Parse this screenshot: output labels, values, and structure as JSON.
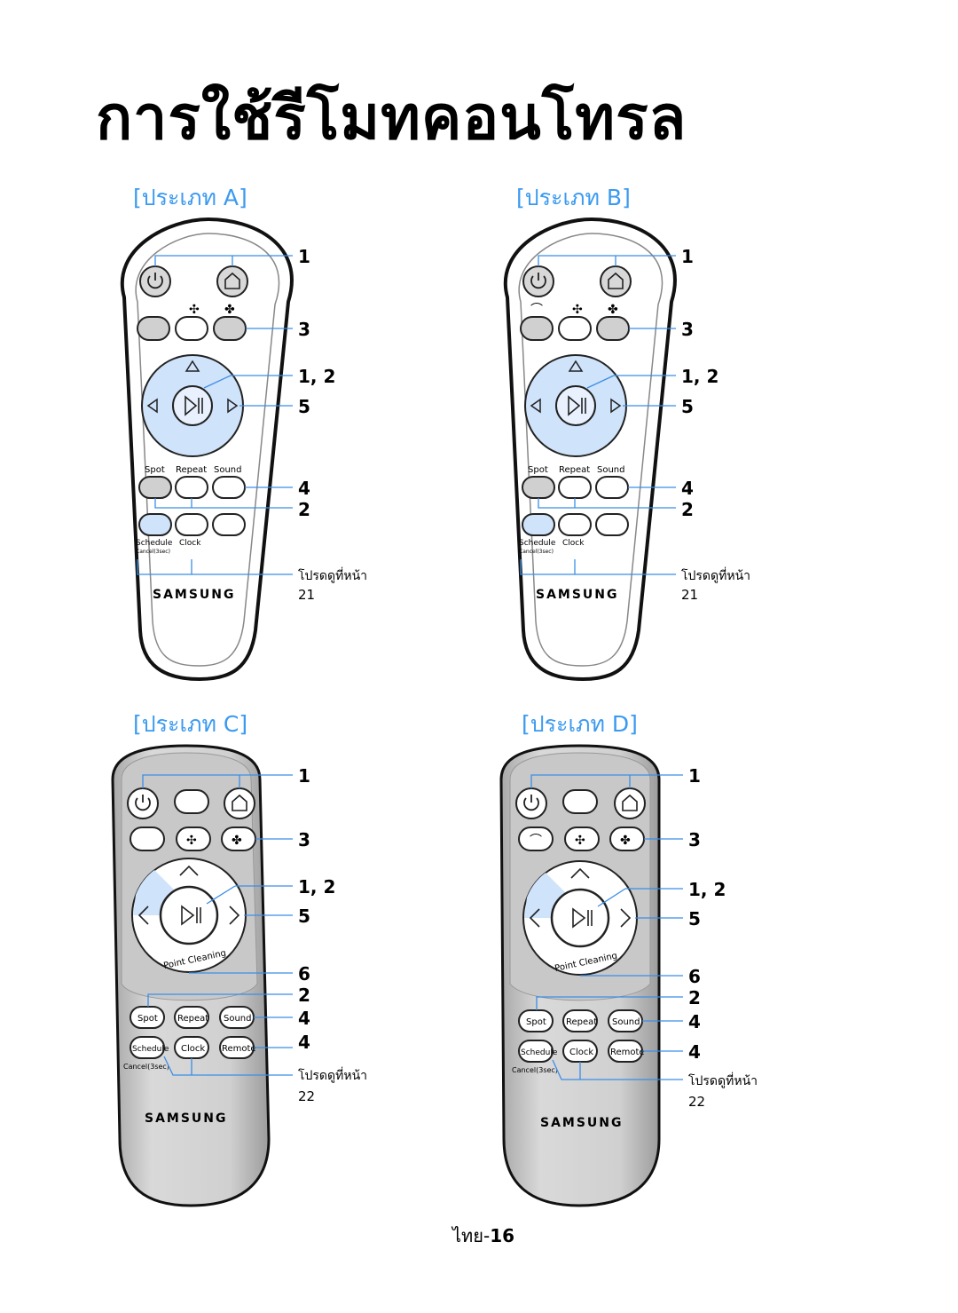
{
  "page": {
    "title": "การใช้รีโมทคอนโทรล",
    "footer_lang": "ไทย-",
    "footer_page": "16"
  },
  "remotes": {
    "a": {
      "heading": "[ประเภท A]",
      "buttons": [
        "Spot",
        "Repeat",
        "Sound",
        "Schedule",
        "Clock"
      ],
      "cancel": "Cancel(3sec)",
      "brand": "SAMSUNG",
      "callouts": [
        "1",
        "3",
        "1, 2",
        "5",
        "4",
        "2"
      ],
      "see_page": "โปรดดูที่หน้า",
      "see_page_num": "21"
    },
    "b": {
      "heading": "[ประเภท B]",
      "buttons": [
        "Spot",
        "Repeat",
        "Sound",
        "Schedule",
        "Clock"
      ],
      "cancel": "Cancel(3sec)",
      "brand": "SAMSUNG",
      "callouts": [
        "1",
        "3",
        "1, 2",
        "5",
        "4",
        "2"
      ],
      "see_page": "โปรดดูที่หน้า",
      "see_page_num": "21"
    },
    "c": {
      "heading": "[ประเภท C]",
      "buttons": [
        "Spot",
        "Repeat",
        "Sound",
        "Schedule",
        "Clock",
        "Remote"
      ],
      "cancel": "Cancel(3sec)",
      "ring_label": "Point Cleaning",
      "brand": "SAMSUNG",
      "callouts": [
        "1",
        "3",
        "1, 2",
        "5",
        "6",
        "2",
        "4",
        "4"
      ],
      "see_page": "โปรดดูที่หน้า",
      "see_page_num": "22"
    },
    "d": {
      "heading": "[ประเภท D]",
      "buttons": [
        "Spot",
        "Repeat",
        "Sound",
        "Schedule",
        "Clock",
        "Remote"
      ],
      "cancel": "Cancel(3sec)",
      "ring_label": "Point Cleaning",
      "brand": "SAMSUNG",
      "callouts": [
        "1",
        "3",
        "1, 2",
        "5",
        "6",
        "2",
        "4",
        "4"
      ],
      "see_page": "โปรดดูที่หน้า",
      "see_page_num": "22"
    }
  },
  "colors": {
    "accent": "#3b9af0",
    "lead_line": "#3b8ee6",
    "pad_blue": "#cfe3fb",
    "remote_grey": "#c8c8c8"
  }
}
